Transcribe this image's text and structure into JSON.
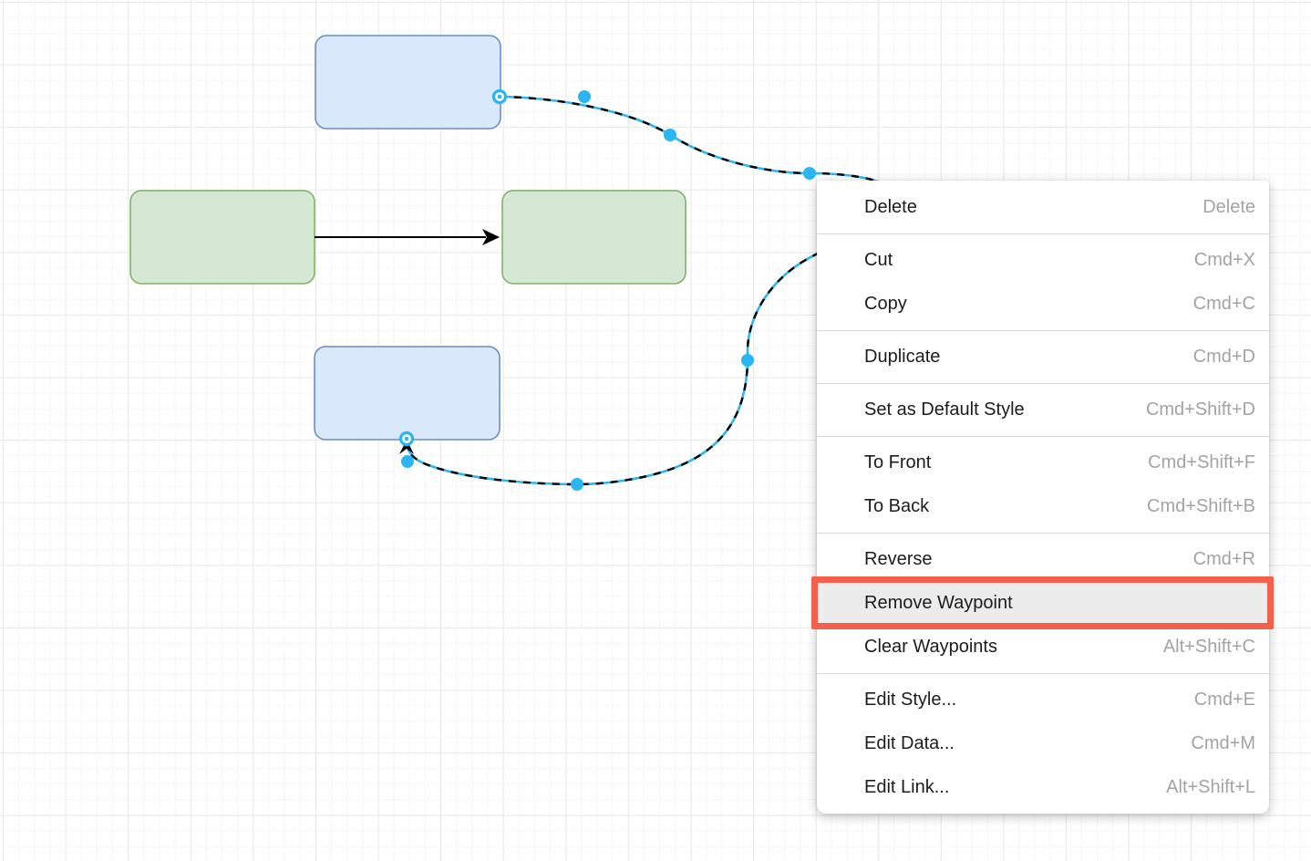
{
  "app": {
    "name": "diagram-editor-canvas",
    "view": "diagram canvas with edge context menu open"
  },
  "colors": {
    "node_blue_fill": "#dae8fc",
    "node_blue_stroke": "#6c8ebf",
    "node_green_fill": "#d5e8d4",
    "node_green_stroke": "#82b366",
    "edge_stroke": "#000000",
    "edge_selection_highlight": "#29b6f2",
    "waypoint_handle": "#29b6f2",
    "annotation_red": "#f4604c",
    "menu_highlight_bg": "#ececec",
    "menu_label": "#1c1c1c",
    "menu_shortcut": "#a3a3a3"
  },
  "diagram": {
    "nodes": [
      {
        "id": "top-blue-node",
        "label": "",
        "fill": "#dae8fc",
        "stroke": "#6c8ebf"
      },
      {
        "id": "left-green-node",
        "label": "",
        "fill": "#d5e8d4",
        "stroke": "#82b366"
      },
      {
        "id": "right-green-node",
        "label": "",
        "fill": "#d5e8d4",
        "stroke": "#82b366"
      },
      {
        "id": "bottom-blue-node",
        "label": "",
        "fill": "#dae8fc",
        "stroke": "#6c8ebf"
      }
    ],
    "edges": [
      {
        "id": "green-arrow",
        "from": "left-green-node",
        "to": "right-green-node",
        "style": "straight-black-arrow"
      },
      {
        "id": "selected-curved-edge",
        "from": "top-blue-node",
        "to": "bottom-blue-node",
        "style": "curved, selected with dashed cyan highlight",
        "waypoint_count": 6
      }
    ]
  },
  "context_menu": {
    "items": [
      {
        "label": "Delete",
        "shortcut": "Delete"
      },
      {
        "label": "Cut",
        "shortcut": "Cmd+X"
      },
      {
        "label": "Copy",
        "shortcut": "Cmd+C"
      },
      {
        "label": "Duplicate",
        "shortcut": "Cmd+D"
      },
      {
        "label": "Set as Default Style",
        "shortcut": "Cmd+Shift+D"
      },
      {
        "label": "To Front",
        "shortcut": "Cmd+Shift+F"
      },
      {
        "label": "To Back",
        "shortcut": "Cmd+Shift+B"
      },
      {
        "label": "Reverse",
        "shortcut": "Cmd+R"
      },
      {
        "label": "Remove Waypoint",
        "shortcut": ""
      },
      {
        "label": "Clear Waypoints",
        "shortcut": "Alt+Shift+C"
      },
      {
        "label": "Edit Style...",
        "shortcut": "Cmd+E"
      },
      {
        "label": "Edit Data...",
        "shortcut": "Cmd+M"
      },
      {
        "label": "Edit Link...",
        "shortcut": "Alt+Shift+L"
      }
    ],
    "highlighted_item": "Remove Waypoint"
  }
}
